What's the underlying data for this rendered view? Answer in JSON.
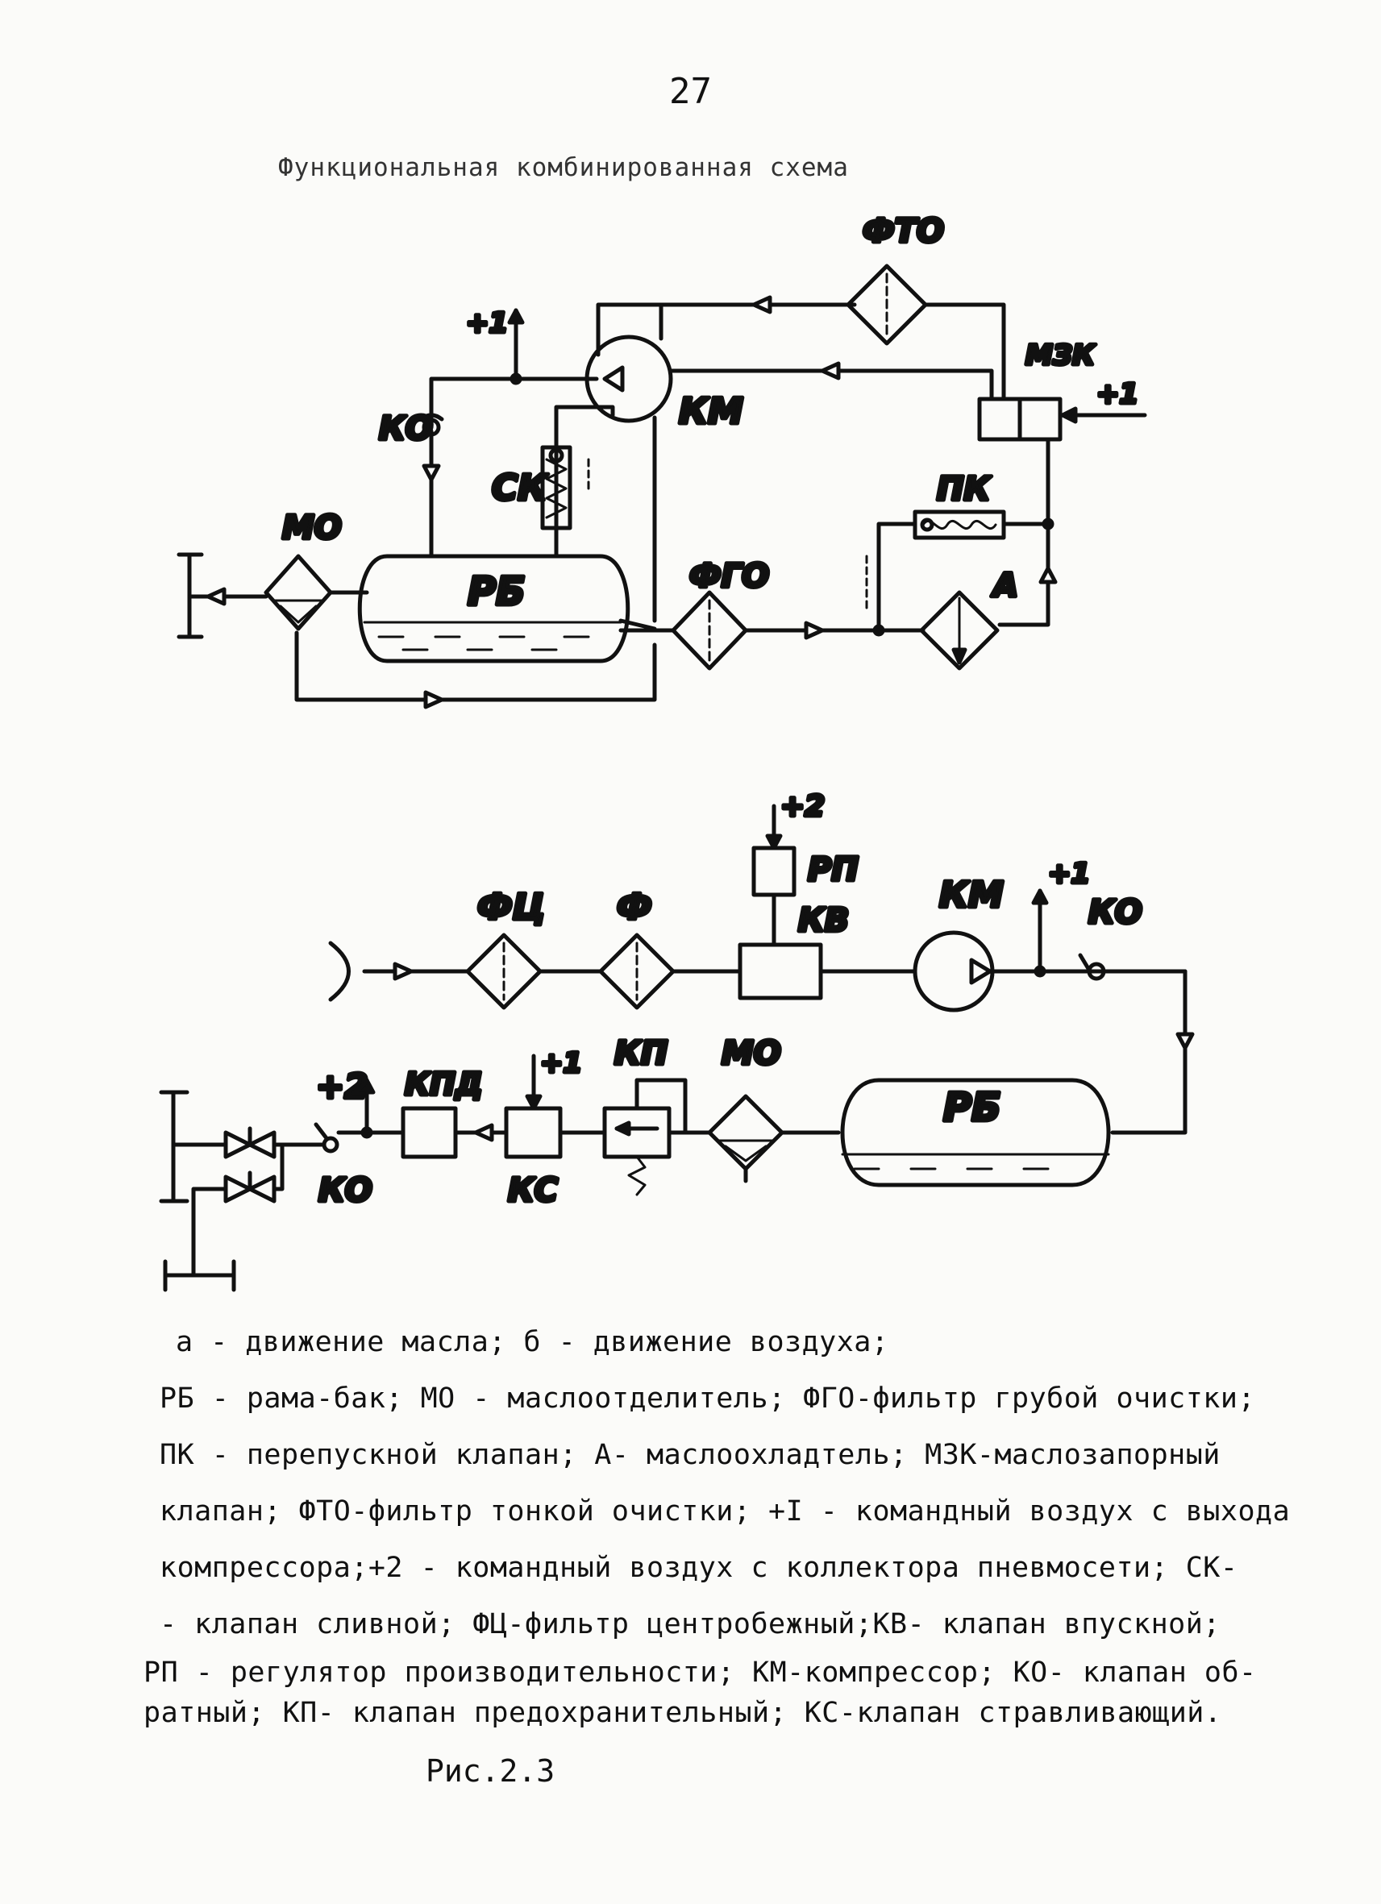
{
  "page_number": "27",
  "title": "Функциональная комбинированная схема",
  "upper_scheme": {
    "labels": {
      "fto": "ФТО",
      "plus1_top": "+1",
      "mzk": "МЗК",
      "plus1_right": "+1",
      "ko": "КО",
      "km": "КМ",
      "sk": "СК",
      "pk": "ПК",
      "mo": "МО",
      "rb": "РБ",
      "fgo": "ФГО",
      "a": "А"
    }
  },
  "lower_scheme": {
    "labels": {
      "plus2_top": "+2",
      "rp": "РП",
      "kv": "КВ",
      "km": "КМ",
      "plus1_top": "+1",
      "ko_top": "КО",
      "fc": "ФЦ",
      "f": "Ф",
      "plus2_left": "+2",
      "kpd": "КПД",
      "plus1_ks": "+1",
      "kp": "КП",
      "mo": "МО",
      "rb": "РБ",
      "ko_bottom": "КО",
      "ks": "КС"
    }
  },
  "legend": [
    "а - движение масла; б - движение воздуха;",
    "РБ - рама-бак; МО - маслоотделитель; ФГО-фильтр грубой очистки;",
    "ПК - перепускной клапан; А- маслоохладтель; МЗК-маслозапорный",
    "клапан; ФТО-фильтр тонкой очистки; +I - командный воздух с выхода",
    "компрессора;+2 - командный воздух с коллектора пневмосети; СК-",
    "- клапан сливной; ФЦ-фильтр центробежный;КВ- клапан впускной;",
    "РП - регулятор производительности; КМ-компрессор; КО- клапан об-",
    "ратный; КП- клапан предохранительный; КС-клапан стравливающий."
  ],
  "caption": "Рис.2.3"
}
